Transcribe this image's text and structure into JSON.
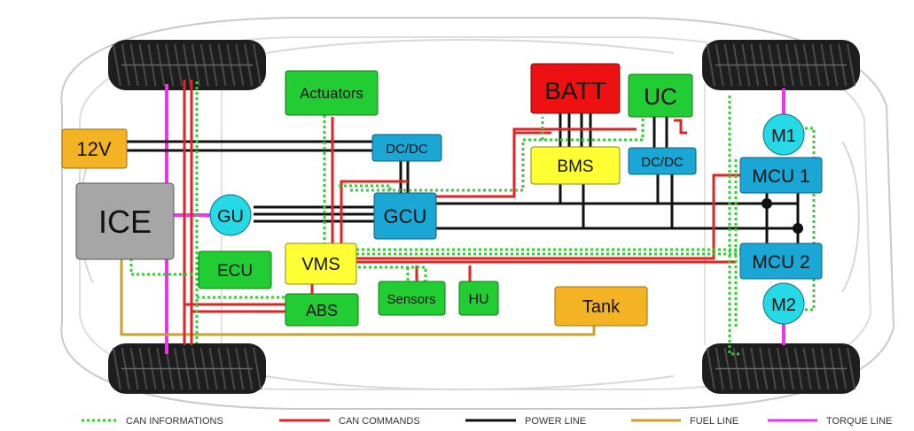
{
  "colors": {
    "can_info": "#39c93b",
    "can_cmd": "#e32222",
    "power": "#111111",
    "fuel": "#c9a12c",
    "torque": "#ee33ee",
    "green_box": "#22cc33",
    "blue_box": "#1aa7d6",
    "yellow_box": "#ffff33",
    "orange_box": "#f3b323",
    "gray_box": "#a6a6a6",
    "red_box": "#ee1111",
    "cyan_circle": "#25d9e6"
  },
  "components": {
    "actuators": "Actuators",
    "batt": "BATT",
    "uc": "UC",
    "v12": "12V",
    "dcdc_left": "DC/DC",
    "bms": "BMS",
    "dcdc_right": "DC/DC",
    "ice": "ICE",
    "gu": "GU",
    "gcu": "GCU",
    "ecu": "ECU",
    "vms": "VMS",
    "sensors": "Sensors",
    "hu": "HU",
    "abs": "ABS",
    "tank": "Tank",
    "m1": "M1",
    "mcu1": "MCU 1",
    "mcu2": "MCU 2",
    "m2": "M2"
  },
  "legend": {
    "can_info": "CAN INFORMATIONS",
    "can_cmd": "CAN COMMANDS",
    "power": "POWER LINE",
    "fuel": "FUEL LINE",
    "torque": "TORQUE LINE"
  }
}
